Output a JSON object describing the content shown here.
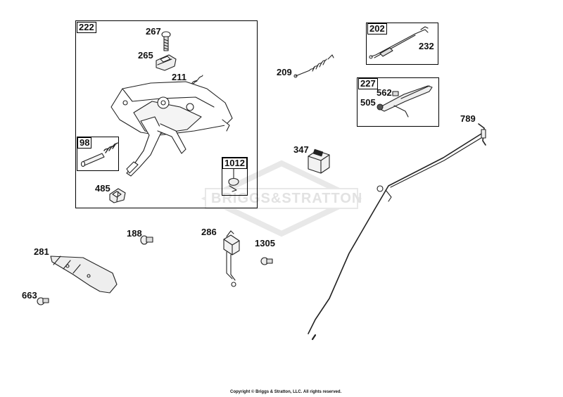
{
  "diagram": {
    "groups": [
      {
        "id": "222"
      },
      {
        "id": "202"
      },
      {
        "id": "227"
      },
      {
        "id": "98"
      },
      {
        "id": "1012"
      }
    ],
    "parts": [
      "267",
      "265",
      "211",
      "98",
      "485",
      "1012",
      "209",
      "232",
      "562",
      "505",
      "347",
      "789",
      "188",
      "286",
      "1305",
      "281",
      "663"
    ],
    "watermark": "BRIGGS&STRATTON",
    "copyright": "Copyright © Briggs & Stratton, LLC. All rights reserved."
  }
}
